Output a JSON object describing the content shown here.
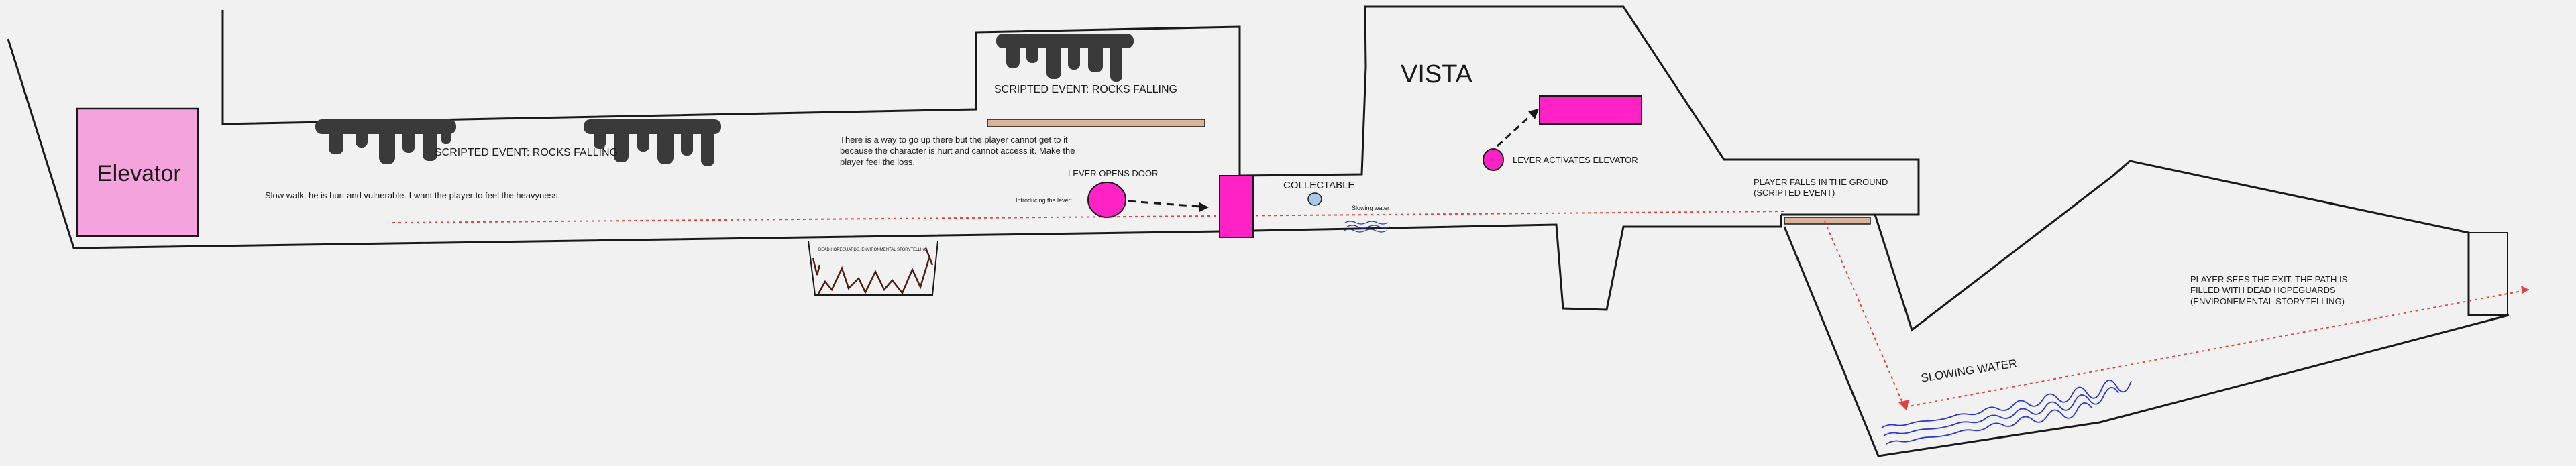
{
  "labels": {
    "elevator": "Elevator",
    "vista": "VISTA",
    "rocks_1": "SCRIPTED EVENT: ROCKS FALLING",
    "rocks_2": "SCRIPTED EVENT: ROCKS FALLING",
    "slow_walk": "Slow walk, he is hurt and vulnerable. I want the player to feel the heavyness.",
    "way_up": "There is a way to go up there but the player cannot get to it because the character is hurt and cannot access it. Make the player feel the loss.",
    "lever_opens_door": "LEVER OPENS DOOR",
    "introducing_lever": "Introducing the lever:",
    "collectable": "COLLECTABLE",
    "slowing_water_small": "Slowing water",
    "lever_activates_elevator": "LEVER ACTIVATES ELEVATOR",
    "player_falls": "PLAYER FALLS IN THE GROUND (SCRIPTED EVENT)",
    "slowing_water": "SLOWING WATER",
    "exit_text": "PLAYER SEES THE EXIT. THE PATH IS FILLED WITH DEAD HOPEGUARDS (ENVIRONEMENTAL STORYTELLING)",
    "pit_caption": "DEAD HOPEGUARDS, ENVIRONMENTAL STORYTELLING"
  },
  "colors": {
    "background": "#f1f1f1",
    "wall": "#1a1a1a",
    "elevator_fill": "#f4a3dc",
    "magenta": "#ff22c4",
    "platform": "#d9b49a",
    "rocks": "#3a3a3a",
    "guide_line": "#e0443e",
    "water": "#2a37c8",
    "collectable": "#a9c8e8"
  }
}
